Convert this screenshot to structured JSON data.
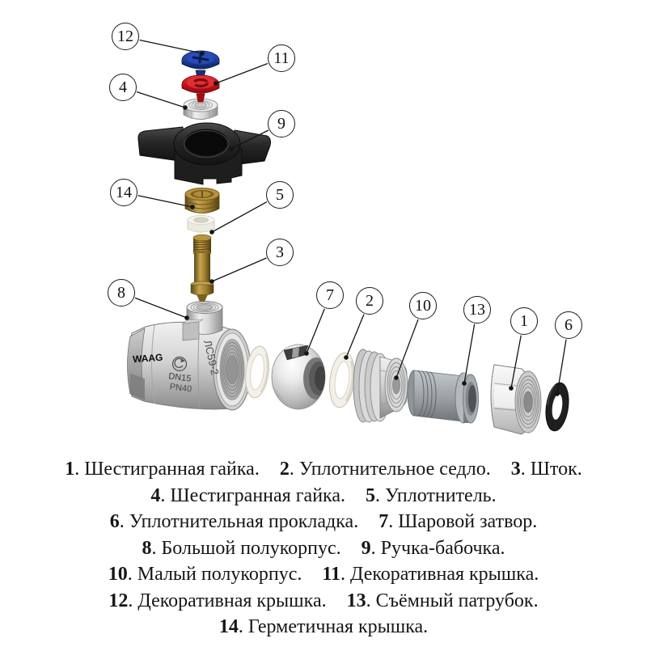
{
  "diagram": {
    "callouts": [
      {
        "number": "12"
      },
      {
        "number": "11"
      },
      {
        "number": "4"
      },
      {
        "number": "9"
      },
      {
        "number": "14"
      },
      {
        "number": "5"
      },
      {
        "number": "3"
      },
      {
        "number": "8"
      },
      {
        "number": "7"
      },
      {
        "number": "2"
      },
      {
        "number": "10"
      },
      {
        "number": "13"
      },
      {
        "number": "1"
      },
      {
        "number": "6"
      }
    ],
    "body_markings": {
      "brand": "WAAG",
      "alloy": "ЛС59-2",
      "nominal_diameter": "DN15",
      "pressure_rating": "PN40"
    },
    "part_colors": {
      "decorative_cap_top": "#1c3a96",
      "decorative_cap_lower": "#c41219",
      "brass_parts": "#a8863b",
      "handle": "#242424",
      "body_silver": "#c9c9c9",
      "pipe_gray": "#9aa0a4",
      "gasket_black": "#1f1f1f",
      "seals_white": "#f2efe8"
    }
  },
  "legend": {
    "separator": ". ",
    "items": [
      {
        "num": "1",
        "name": "Шестигранная гайка."
      },
      {
        "num": "2",
        "name": "Уплотнительное седло."
      },
      {
        "num": "3",
        "name": "Шток."
      },
      {
        "num": "4",
        "name": "Шестигранная гайка."
      },
      {
        "num": "5",
        "name": "Уплотнитель."
      },
      {
        "num": "6",
        "name": "Уплотнительная прокладка."
      },
      {
        "num": "7",
        "name": "Шаровой затвор."
      },
      {
        "num": "8",
        "name": "Большой полукорпус."
      },
      {
        "num": "9",
        "name": "Ручка-бабочка."
      },
      {
        "num": "10",
        "name": "Малый полукорпус."
      },
      {
        "num": "11",
        "name": "Декоративная крышка."
      },
      {
        "num": "12",
        "name": "Декоративная крышка."
      },
      {
        "num": "13",
        "name": "Съёмный патрубок."
      },
      {
        "num": "14",
        "name": "Герметичная крышка."
      }
    ]
  }
}
